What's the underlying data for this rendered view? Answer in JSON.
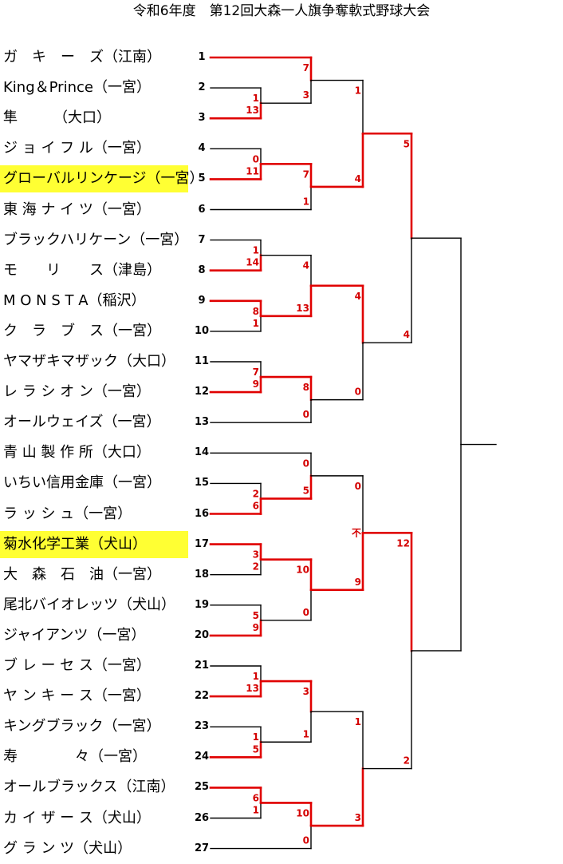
{
  "title": "令和6年度　第12回大森一人旗争奪軟式野球大会",
  "colors": {
    "win": "#e00000",
    "loss": "#000000",
    "highlight": "#ffff33",
    "score": "#d40000"
  },
  "teams": [
    {
      "num": "1",
      "name": "ガ　キ　ー　ズ（江南）",
      "highlight": false
    },
    {
      "num": "2",
      "name": "King＆Prince（一宮）",
      "highlight": false
    },
    {
      "num": "3",
      "name": "隼　　　（大口）",
      "highlight": false
    },
    {
      "num": "4",
      "name": "ジ ョ イ フ ル（一宮）",
      "highlight": false
    },
    {
      "num": "5",
      "name": "グローバルリンケージ（一宮）",
      "highlight": true
    },
    {
      "num": "6",
      "name": "東 海 ナ イ ツ（一宮）",
      "highlight": false
    },
    {
      "num": "7",
      "name": "ブラックハリケーン（一宮）",
      "highlight": false
    },
    {
      "num": "8",
      "name": "モ　　リ　　ス（津島）",
      "highlight": false
    },
    {
      "num": "9",
      "name": "M O N S T A（稲沢）",
      "highlight": false
    },
    {
      "num": "10",
      "name": "ク　ラ　ブ　ス（一宮）",
      "highlight": false
    },
    {
      "num": "11",
      "name": "ヤマザキマザック（大口）",
      "highlight": false
    },
    {
      "num": "12",
      "name": "レ ラ シ オ ン（一宮）",
      "highlight": false
    },
    {
      "num": "13",
      "name": "オールウェイズ（一宮）",
      "highlight": false
    },
    {
      "num": "14",
      "name": "青 山 製 作 所（大口）",
      "highlight": false
    },
    {
      "num": "15",
      "name": "いちい信用金庫（一宮）",
      "highlight": false
    },
    {
      "num": "16",
      "name": "ラ ッ シ ュ（一宮）",
      "highlight": false
    },
    {
      "num": "17",
      "name": "菊水化学工業（犬山）",
      "highlight": true
    },
    {
      "num": "18",
      "name": "大　森　石　油（一宮）",
      "highlight": false
    },
    {
      "num": "19",
      "name": "尾北バイオレッツ（犬山）",
      "highlight": false
    },
    {
      "num": "20",
      "name": "ジャイアンツ（一宮）",
      "highlight": false
    },
    {
      "num": "21",
      "name": "ブ レ ー セ ス（一宮）",
      "highlight": false
    },
    {
      "num": "22",
      "name": "ヤ ン キ ー ス（一宮）",
      "highlight": false
    },
    {
      "num": "23",
      "name": "キングブラック（一宮）",
      "highlight": false
    },
    {
      "num": "24",
      "name": "寿　　　　々（一宮）",
      "highlight": false
    },
    {
      "num": "25",
      "name": "オールブラックス（江南）",
      "highlight": false
    },
    {
      "num": "26",
      "name": "カ イ ザ ー ス（犬山）",
      "highlight": false
    },
    {
      "num": "27",
      "name": "グ ラ ン ツ（犬山）",
      "highlight": false
    }
  ],
  "games": [
    {
      "round": 1,
      "a": "t2",
      "b": "t3",
      "sa": "1",
      "sb": "13",
      "winner": "b"
    },
    {
      "round": 1,
      "a": "t4",
      "b": "t5",
      "sa": "0",
      "sb": "11",
      "winner": "b"
    },
    {
      "round": 1,
      "a": "t7",
      "b": "t8",
      "sa": "1",
      "sb": "14",
      "winner": "b"
    },
    {
      "round": 1,
      "a": "t9",
      "b": "t10",
      "sa": "8",
      "sb": "1",
      "winner": "a"
    },
    {
      "round": 1,
      "a": "t11",
      "b": "t12",
      "sa": "7",
      "sb": "9",
      "winner": "b"
    },
    {
      "round": 1,
      "a": "t15",
      "b": "t16",
      "sa": "2",
      "sb": "6",
      "winner": "b"
    },
    {
      "round": 1,
      "a": "t17",
      "b": "t18",
      "sa": "3",
      "sb": "2",
      "winner": "a"
    },
    {
      "round": 1,
      "a": "t19",
      "b": "t20",
      "sa": "5",
      "sb": "9",
      "winner": "b"
    },
    {
      "round": 1,
      "a": "t21",
      "b": "t22",
      "sa": "1",
      "sb": "13",
      "winner": "b"
    },
    {
      "round": 1,
      "a": "t23",
      "b": "t24",
      "sa": "1",
      "sb": "5",
      "winner": "b"
    },
    {
      "round": 1,
      "a": "t25",
      "b": "t26",
      "sa": "6",
      "sb": "1",
      "winner": "a"
    },
    {
      "round": 2,
      "a": "t1",
      "b": "g0",
      "sa": "7",
      "sb": "3",
      "winner": "a"
    },
    {
      "round": 2,
      "a": "g1",
      "b": "t6",
      "sa": "7",
      "sb": "1",
      "winner": "a"
    },
    {
      "round": 2,
      "a": "g2",
      "b": "g3",
      "sa": "4",
      "sb": "13",
      "winner": "b"
    },
    {
      "round": 2,
      "a": "g4",
      "b": "t13",
      "sa": "8",
      "sb": "0",
      "winner": "a"
    },
    {
      "round": 2,
      "a": "t14",
      "b": "g5",
      "sa": "0",
      "sb": "5",
      "winner": "b"
    },
    {
      "round": 2,
      "a": "g6",
      "b": "g7",
      "sa": "10",
      "sb": "0",
      "winner": "a"
    },
    {
      "round": 2,
      "a": "g8",
      "b": "g9",
      "sa": "3",
      "sb": "1",
      "winner": "a"
    },
    {
      "round": 2,
      "a": "g10",
      "b": "t27",
      "sa": "10",
      "sb": "0",
      "winner": "a"
    },
    {
      "round": 3,
      "a": "g11",
      "b": "g12",
      "sa": "1",
      "sb": "4",
      "winner": "b"
    },
    {
      "round": 3,
      "a": "g13",
      "b": "g14",
      "sa": "4",
      "sb": "0",
      "winner": "a"
    },
    {
      "round": 3,
      "a": "g15",
      "b": "g16",
      "sa": "0",
      "sb": "9",
      "winner": "b",
      "note": "不"
    },
    {
      "round": 3,
      "a": "g17",
      "b": "g18",
      "sa": "1",
      "sb": "3",
      "winner": "b"
    },
    {
      "round": 4,
      "a": "g19",
      "b": "g20",
      "sa": "5",
      "sb": "4",
      "winner": "a"
    },
    {
      "round": 4,
      "a": "g21",
      "b": "g22",
      "sa": "12",
      "sb": "2",
      "winner": "a"
    },
    {
      "round": 5,
      "a": "g23",
      "b": "g24",
      "sa": "",
      "sb": "",
      "winner": null
    }
  ]
}
